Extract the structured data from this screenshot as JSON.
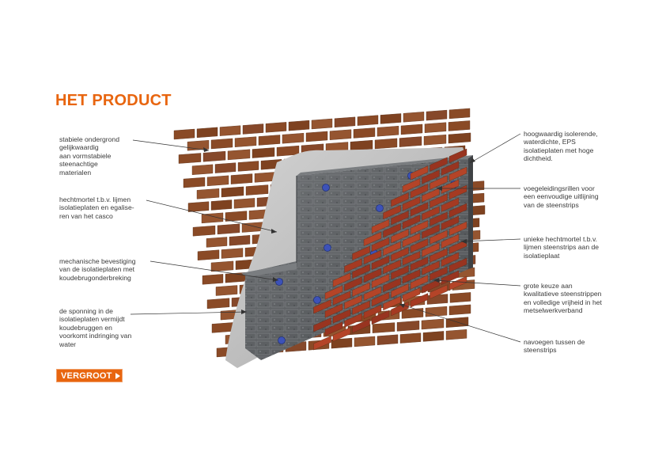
{
  "title": "HET PRODUCT",
  "labels": {
    "l1": "stabiele ondergrond\ngelijkwaardig\naan vormstabiele\nsteenachtige\nmaterialen",
    "l2": "hechtmortel t.b.v. lijmen\nisolatieplaten en egalise-\nren van het casco",
    "l3": "mechanische bevestiging\nvan de isolatieplaten met\nkoudebrugonderbreking",
    "l4": "de sponning in de\nisolatieplaten vermijdt\nkoudebruggen en\nvoorkomt indringing van\nwater",
    "r1": "hoogwaardig isolerende,\nwaterdichte, EPS\nisolatieplaten met hoge\ndichtheid.",
    "r2": "voegeleidingsrillen voor\neen eenvoudige uitlijning\nvan de steenstrips",
    "r3": "unieke hechtmortel t.b.v.\nlijmen steenstrips aan de\nisolatieplaat",
    "r4": "grote keuze aan\nkwalitatieve steenstrippen\nen volledige vrijheid in het\nmetselwerkverband",
    "r5": "navoegen tussen de\nsteenstrips"
  },
  "button": {
    "label": "VERGROOT"
  },
  "colors": {
    "accent": "#e8650f",
    "brick_back": "#8a4a26",
    "mortar": "#b9b9b9",
    "eps": "#5c5f62",
    "slip_brick": "#a53a22"
  },
  "icons": {
    "button_arrow": "play-triangle-icon",
    "anchors": "anchor-bolt-icon"
  }
}
